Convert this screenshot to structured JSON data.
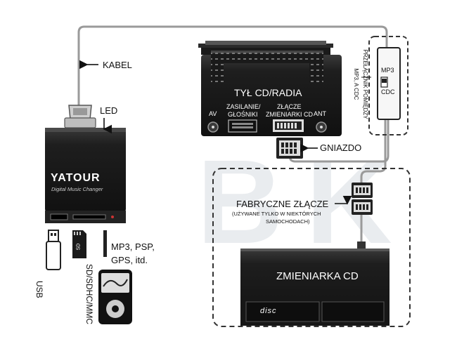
{
  "labels": {
    "kabel": "KABEL",
    "led": "LED",
    "radio_title": "TYŁ CD/RADIA",
    "av": "AV",
    "zasilanie_1": "ZASILANIE/",
    "zasilanie_2": "GŁOŚNIKI",
    "zlacze_1": "ZŁĄCZE",
    "zlacze_2": "ZMIENIARKI CD",
    "ant": "ANT",
    "switch_text_1": "PRZEŁĄCZNIK POMIĘDZY",
    "switch_text_2": "MP3, A CDC",
    "switch_mp3": "MP3",
    "switch_cdc": "CDC",
    "gniazdo": "GNIAZDO",
    "fabryczne_title": "FABRYCZNE ZŁĄCZE",
    "fabryczne_sub_1": "(UŻYWANE TYLKO W NIEKTÓRYCH",
    "fabryczne_sub_2": "SAMOCHODACH)",
    "changer_label": "ZMIENIARKA CD",
    "changer_disc": "disc",
    "brand": "YATOUR",
    "brand_sub": "Digital Music Changer",
    "usb": "USB",
    "sd_label": "SD/SDHC/MMC",
    "sd_card_text": "SD",
    "players_1": "MP3, PSP,",
    "players_2": "GPS, itd."
  },
  "colors": {
    "device": "#1d1d1d",
    "device_edge": "#3a3a3a",
    "cable": "#8a8a8a",
    "watermark": "#e9ecef"
  }
}
